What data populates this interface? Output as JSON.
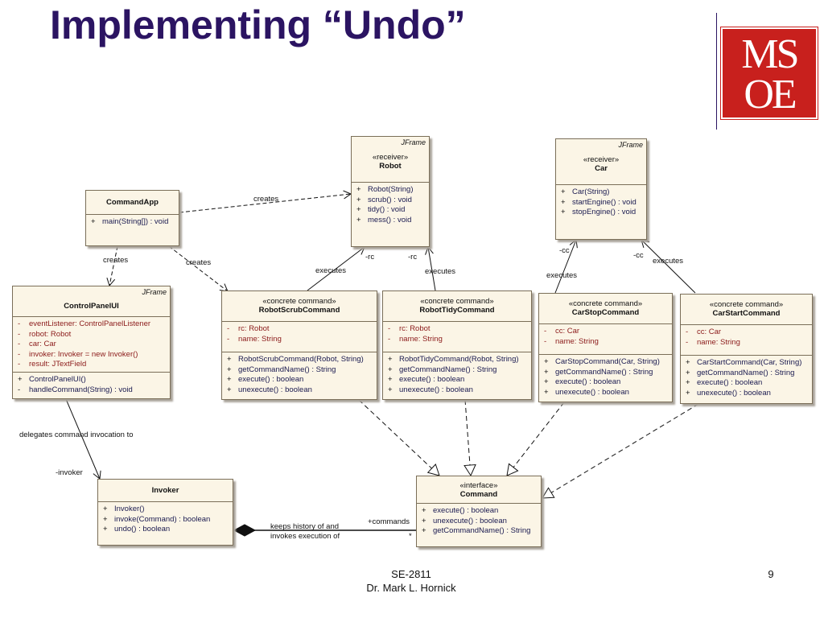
{
  "slide": {
    "title": "Implementing “Undo”",
    "logo": {
      "line1": "MS",
      "line2": "OE",
      "color": "#c8201d"
    },
    "footer_course": "SE-2811",
    "footer_author": "Dr. Mark L. Hornick",
    "page_number": "9"
  },
  "classes": {
    "command_app": {
      "name": "CommandApp",
      "ops": [
        {
          "vis": "+",
          "text": "main(String[]) : void"
        }
      ]
    },
    "robot": {
      "jframe": "JFrame",
      "stereotype": "«receiver»",
      "name": "Robot",
      "ops": [
        {
          "vis": "+",
          "text": "Robot(String)"
        },
        {
          "vis": "+",
          "text": "scrub() : void"
        },
        {
          "vis": "+",
          "text": "tidy() : void"
        },
        {
          "vis": "+",
          "text": "mess() : void"
        }
      ]
    },
    "car": {
      "jframe": "JFrame",
      "stereotype": "«receiver»",
      "name": "Car",
      "ops": [
        {
          "vis": "+",
          "text": "Car(String)"
        },
        {
          "vis": "+",
          "text": "startEngine() : void"
        },
        {
          "vis": "+",
          "text": "stopEngine() : void"
        }
      ]
    },
    "control_panel_ui": {
      "jframe": "JFrame",
      "name": "ControlPanelUI",
      "attrs": [
        {
          "vis": "-",
          "text": "eventListener:  ControlPanelListener"
        },
        {
          "vis": "-",
          "text": "robot:  Robot"
        },
        {
          "vis": "-",
          "text": "car:  Car"
        },
        {
          "vis": "-",
          "text": "invoker:  Invoker = new Invoker()"
        },
        {
          "vis": "-",
          "text": "result:  JTextField"
        }
      ],
      "ops": [
        {
          "vis": "+",
          "text": "ControlPanelUI()"
        },
        {
          "vis": "-",
          "text": "handleCommand(String) : void"
        }
      ]
    },
    "robot_scrub_command": {
      "stereotype": "«concrete command»",
      "name": "RobotScrubCommand",
      "attrs": [
        {
          "vis": "-",
          "text": "rc:  Robot"
        },
        {
          "vis": "-",
          "text": "name:  String"
        }
      ],
      "ops": [
        {
          "vis": "+",
          "text": "RobotScrubCommand(Robot, String)"
        },
        {
          "vis": "+",
          "text": "getCommandName() : String"
        },
        {
          "vis": "+",
          "text": "execute() : boolean"
        },
        {
          "vis": "+",
          "text": "unexecute() : boolean"
        }
      ]
    },
    "robot_tidy_command": {
      "stereotype": "«concrete command»",
      "name": "RobotTidyCommand",
      "attrs": [
        {
          "vis": "-",
          "text": "rc:  Robot"
        },
        {
          "vis": "-",
          "text": "name:  String"
        }
      ],
      "ops": [
        {
          "vis": "+",
          "text": "RobotTidyCommand(Robot, String)"
        },
        {
          "vis": "+",
          "text": "getCommandName() : String"
        },
        {
          "vis": "+",
          "text": "execute() : boolean"
        },
        {
          "vis": "+",
          "text": "unexecute() : boolean"
        }
      ]
    },
    "car_stop_command": {
      "stereotype": "«concrete command»",
      "name": "CarStopCommand",
      "attrs": [
        {
          "vis": "-",
          "text": "cc:  Car"
        },
        {
          "vis": "-",
          "text": "name:  String"
        }
      ],
      "ops": [
        {
          "vis": "+",
          "text": "CarStopCommand(Car, String)"
        },
        {
          "vis": "+",
          "text": "getCommandName() : String"
        },
        {
          "vis": "+",
          "text": "execute() : boolean"
        },
        {
          "vis": "+",
          "text": "unexecute() : boolean"
        }
      ]
    },
    "car_start_command": {
      "stereotype": "«concrete command»",
      "name": "CarStartCommand",
      "attrs": [
        {
          "vis": "-",
          "text": "cc:  Car"
        },
        {
          "vis": "-",
          "text": "name:  String"
        }
      ],
      "ops": [
        {
          "vis": "+",
          "text": "CarStartCommand(Car, String)"
        },
        {
          "vis": "+",
          "text": "getCommandName() : String"
        },
        {
          "vis": "+",
          "text": "execute() : boolean"
        },
        {
          "vis": "+",
          "text": "unexecute() : boolean"
        }
      ]
    },
    "invoker": {
      "name": "Invoker",
      "ops": [
        {
          "vis": "+",
          "text": "Invoker()"
        },
        {
          "vis": "+",
          "text": "invoke(Command) : boolean"
        },
        {
          "vis": "+",
          "text": "undo() : boolean"
        }
      ]
    },
    "command": {
      "stereotype": "«interface»",
      "name": "Command",
      "ops": [
        {
          "vis": "+",
          "text": "execute() : boolean"
        },
        {
          "vis": "+",
          "text": "unexecute() : boolean"
        },
        {
          "vis": "+",
          "text": "getCommandName() : String"
        }
      ]
    }
  },
  "labels": {
    "creates_robot": "creates",
    "creates_cpui": "creates",
    "creates_scrub": "creates",
    "executes_scrub": "executes",
    "executes_tidy": "executes",
    "executes_stop": "executes",
    "executes_start": "executes",
    "rc_scrub": "-rc",
    "rc_tidy": "-rc",
    "cc_stop": "-cc",
    "cc_start": "-cc",
    "delegates": "delegates command invocation to",
    "invoker_role": "-invoker",
    "keeps_history_1": "keeps history of and",
    "keeps_history_2": "invokes execution of",
    "commands_role": "+commands",
    "commands_mult": "*"
  }
}
